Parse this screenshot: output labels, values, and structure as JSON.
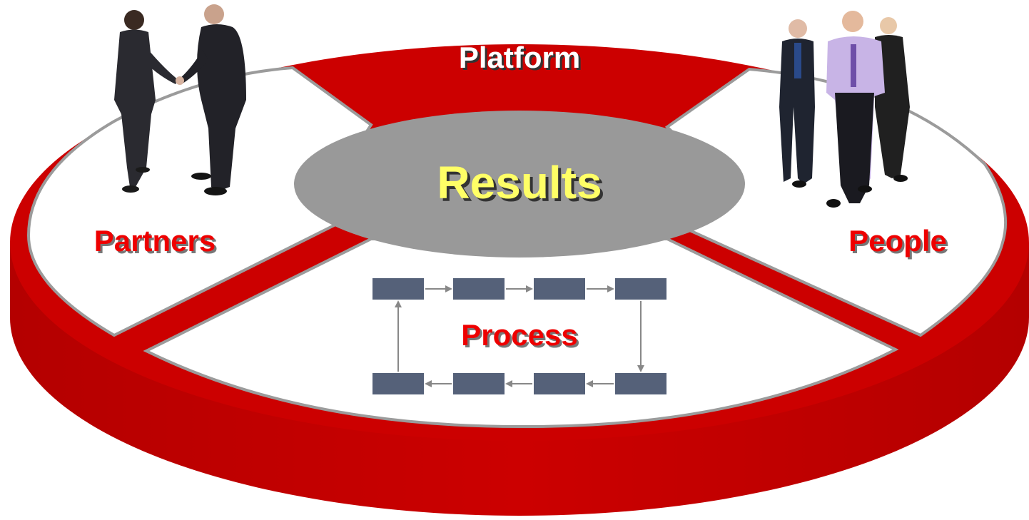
{
  "diagram": {
    "segments": [
      {
        "label": "Platform"
      },
      {
        "label": "Partners"
      },
      {
        "label": "People"
      },
      {
        "label": "Process"
      }
    ],
    "center": {
      "label": "Results"
    },
    "process_steps": [
      {
        "row": "top",
        "count": 4
      },
      {
        "row": "bottom",
        "count": 4
      }
    ],
    "images": {
      "left": "two-people-handshake",
      "right": "business-team-group"
    },
    "colors": {
      "disc_red": "#cc0000",
      "disc_dark": "#8a0000",
      "label_red": "#ee0000",
      "center_fill": "#999999",
      "center_text": "#ffff66",
      "box_fill": "#556179",
      "arrow": "#888888",
      "white": "#ffffff"
    }
  }
}
